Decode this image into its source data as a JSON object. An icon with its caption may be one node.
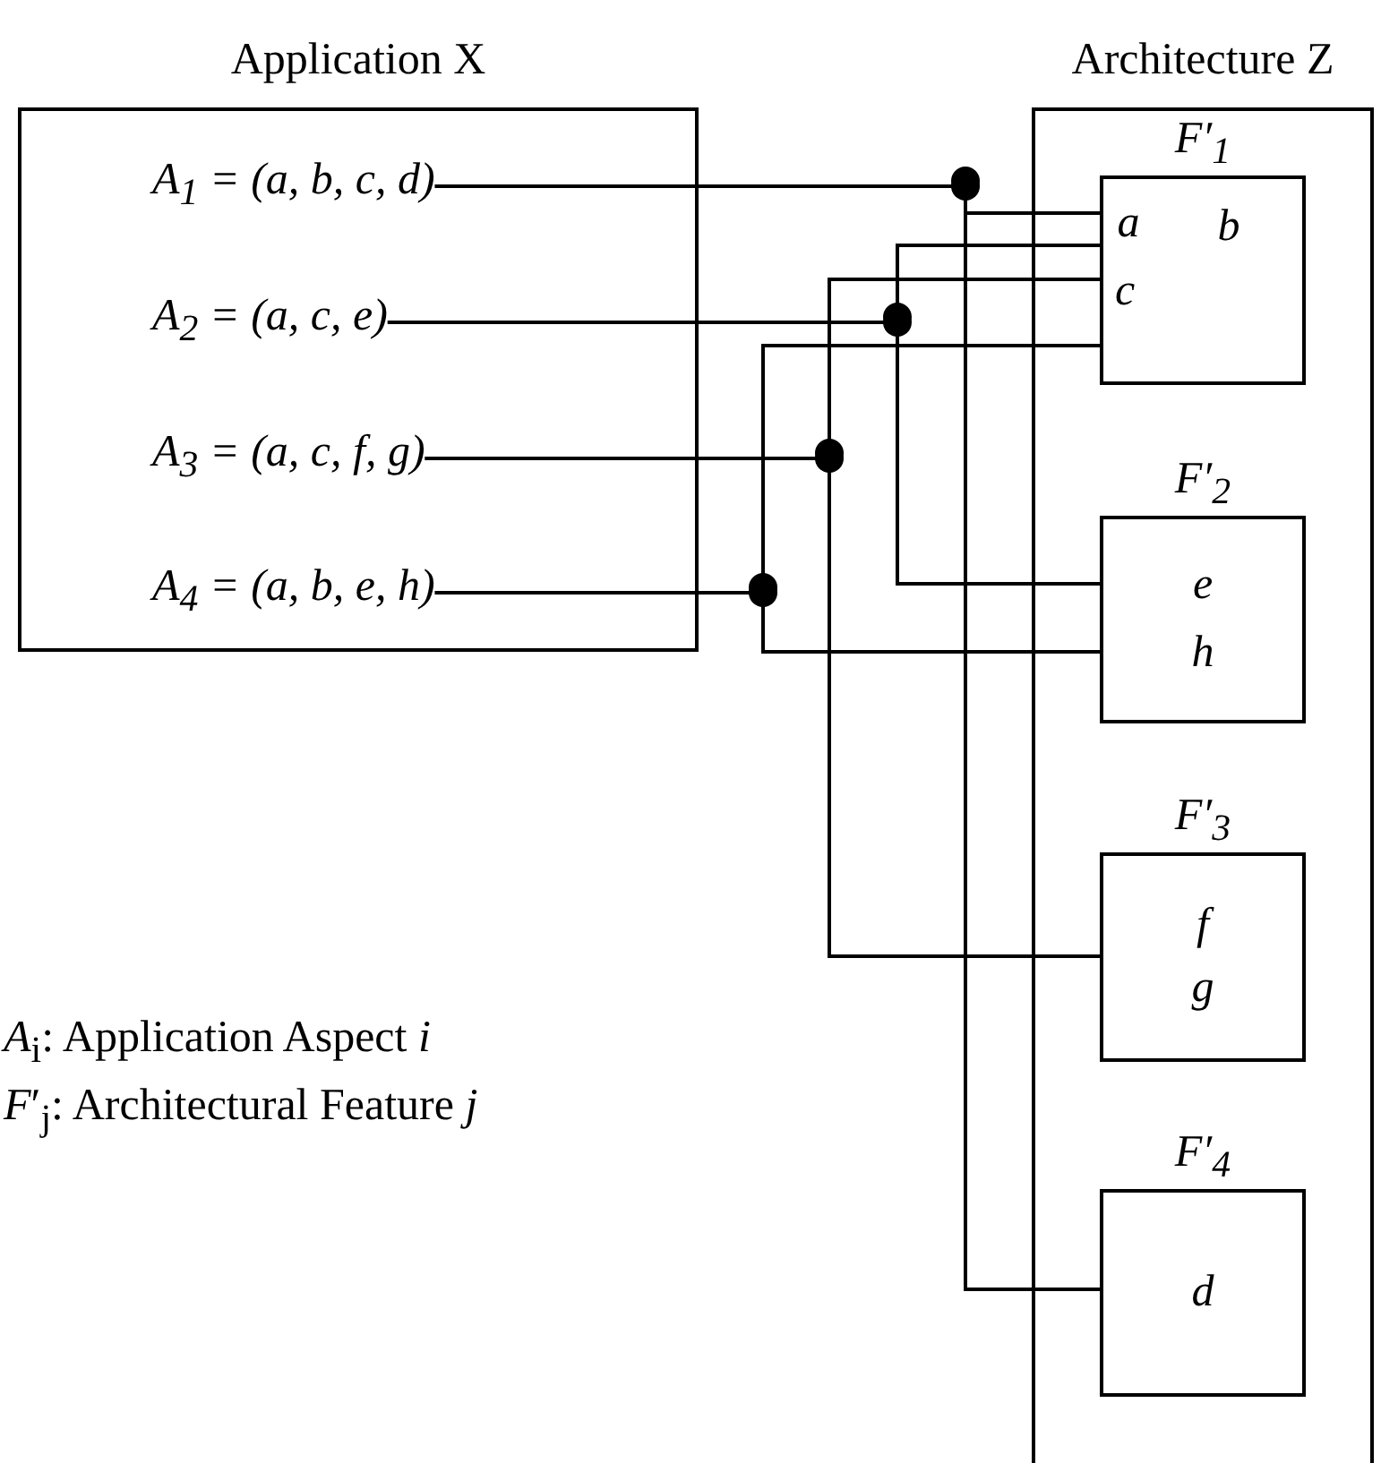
{
  "diagram": {
    "nodes": [
      {
        "text": [
          "Application X"
        ]
      },
      {
        "text": [
          "A$_{1}$ = (a, b, c, d)"
        ],
        "in": 0
      },
      {
        "text": [
          "A$_{2}$ = (a, c, e)"
        ],
        "in": 0
      },
      {
        "text": [
          "A$_{3}$ = (a, c, f, g)"
        ],
        "in": 0
      },
      {
        "text": [
          "A$_{4}$ = (a, b, e, h)"
        ],
        "in": 0
      },
      {
        "text": [
          "Architecture Z"
        ]
      },
      {
        "text": [
          "F′$_{1}$",
          "a",
          "b",
          "c"
        ],
        "in": 5
      },
      {
        "text": [
          "F′$_{2}$",
          "e",
          "h"
        ],
        "in": 5
      },
      {
        "text": [
          "F′$_{3}$",
          "f",
          "g"
        ],
        "in": 5
      },
      {
        "text": [
          "F′$_{4}$",
          "d"
        ],
        "in": 5
      }
    ],
    "edges": [
      {
        "from": 1,
        "to": 6,
        "arrow": "none"
      },
      {
        "from": 1,
        "to": 9,
        "arrow": "none"
      },
      {
        "from": 2,
        "to": 6,
        "arrow": "none"
      },
      {
        "from": 2,
        "to": 7,
        "arrow": "none"
      },
      {
        "from": 3,
        "to": 6,
        "arrow": "none"
      },
      {
        "from": 3,
        "to": 8,
        "arrow": "none"
      },
      {
        "from": 4,
        "to": 6,
        "arrow": "none"
      },
      {
        "from": 4,
        "to": 7,
        "arrow": "none"
      }
    ],
    "labels": [
      "*A*$_{i}$: Application Aspect *i*",
      "*F*′$_{j}$: Architectural Feature *j*"
    ]
  }
}
